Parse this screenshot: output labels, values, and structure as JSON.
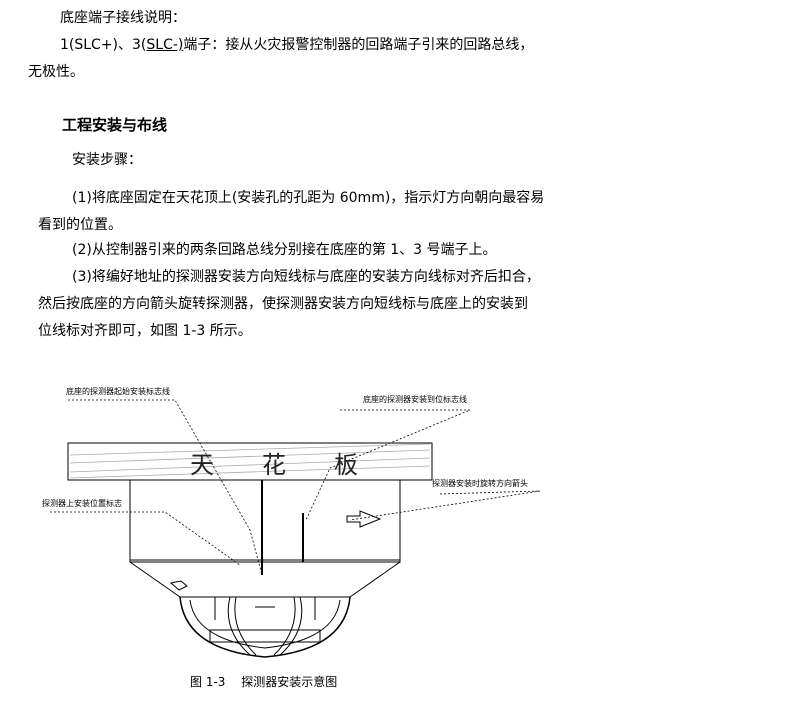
{
  "paragraphs": {
    "p1": "底座端子接线说明：",
    "p2a": "1(SLC+)、3(",
    "p2b": "SLC-)",
    "p2c": "端子：接从火灾报警控制器的回路端子引来的回路总线，",
    "p3": "无极性。",
    "heading": "工程安装与布线",
    "steps_title": "安装步骤：",
    "s1a": "(1)将底座固定在天花顶上(安装孔的孔距为 60mm)，指示灯方向朝向最容易",
    "s1b": "看到的位置。",
    "s2": "(2)从控制器引来的两条回路总线分别接在底座的第 1、3 号端子上。",
    "s3a": "(3)将编好地址的探测器安装方向短线标与底座的安装方向线标对齐后扣合，",
    "s3b": "然后按底座的方向箭头旋转探测器，使探测器安装方向短线标与底座上的安装到",
    "s3c": "位线标对齐即可，如图 1-3 所示。"
  },
  "figure": {
    "label_start": "底座的探测器起始安装标志线",
    "label_end": "底座的探测器安装到位标志线",
    "label_rotate": "探测器安装时旋转方向箭头",
    "label_detector": "探测器上安装位置标志",
    "ceiling": "天　　花　　板",
    "caption": "图 1-3　 探测器安装示意图"
  }
}
